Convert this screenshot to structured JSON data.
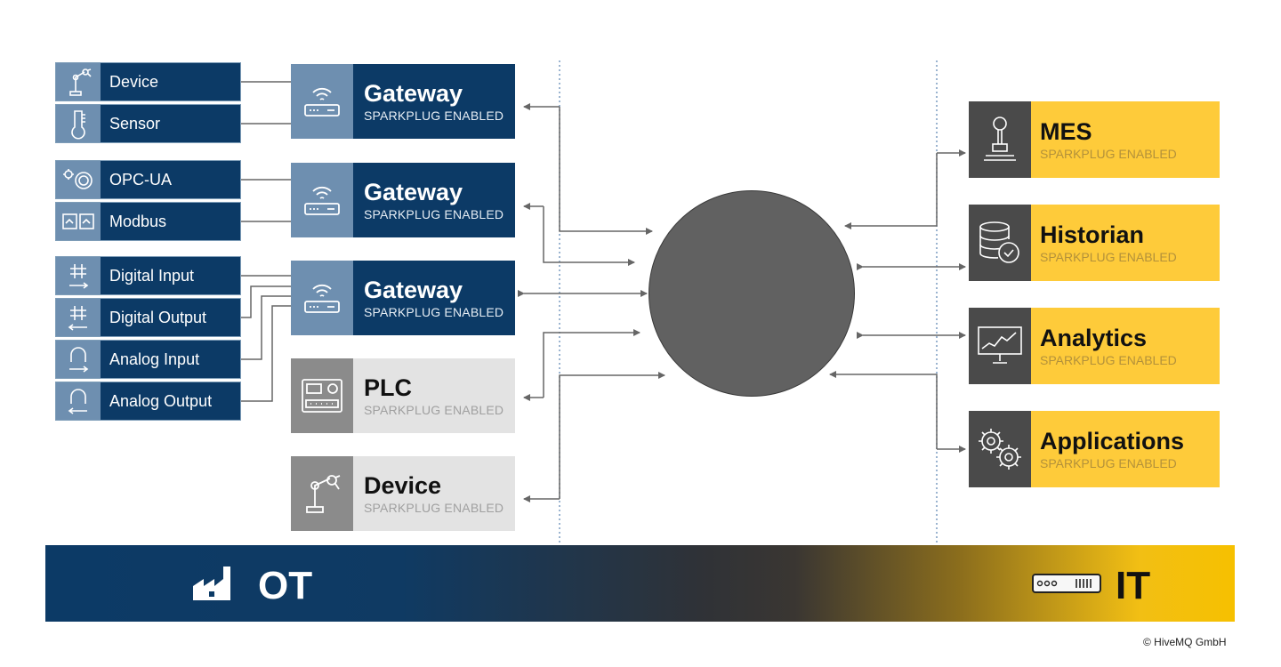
{
  "ot_sources": [
    {
      "label": "Device",
      "icon": "robot-arm-icon"
    },
    {
      "label": "Sensor",
      "icon": "thermometer-icon"
    },
    {
      "label": "OPC-UA",
      "icon": "gears-icon"
    },
    {
      "label": "Modbus",
      "icon": "network-ports-icon"
    },
    {
      "label": "Digital Input",
      "icon": "digital-input-icon"
    },
    {
      "label": "Digital Output",
      "icon": "digital-output-icon"
    },
    {
      "label": "Analog Input",
      "icon": "analog-input-icon"
    },
    {
      "label": "Analog Output",
      "icon": "analog-output-icon"
    }
  ],
  "ot_nodes": [
    {
      "title": "Gateway",
      "subtitle": "SPARKPLUG ENABLED",
      "icon": "router-icon"
    },
    {
      "title": "Gateway",
      "subtitle": "SPARKPLUG ENABLED",
      "icon": "router-icon"
    },
    {
      "title": "Gateway",
      "subtitle": "SPARKPLUG ENABLED",
      "icon": "router-icon"
    },
    {
      "title": "PLC",
      "subtitle": "SPARKPLUG ENABLED",
      "icon": "plc-icon"
    },
    {
      "title": "Device",
      "subtitle": "SPARKPLUG ENABLED",
      "icon": "robot-arm-icon"
    }
  ],
  "it_nodes": [
    {
      "title": "MES",
      "subtitle": "SPARKPLUG ENABLED",
      "icon": "joystick-icon"
    },
    {
      "title": "Historian",
      "subtitle": "SPARKPLUG ENABLED",
      "icon": "database-clock-icon"
    },
    {
      "title": "Analytics",
      "subtitle": "SPARKPLUG ENABLED",
      "icon": "monitor-chart-icon"
    },
    {
      "title": "Applications",
      "subtitle": "SPARKPLUG ENABLED",
      "icon": "gears-icon"
    }
  ],
  "band": {
    "left_label": "OT",
    "right_label": "IT",
    "left_icon": "factory-icon",
    "right_icon": "server-icon"
  },
  "copyright": "© HiveMQ GmbH",
  "colors": {
    "ot_blue": "#0c3a66",
    "ot_icon_blue": "#6e8fb0",
    "gray_box": "#e3e3e3",
    "it_yellow": "#fecb3a",
    "it_icon_dark": "#4a4a4a",
    "broker": "#616161"
  }
}
